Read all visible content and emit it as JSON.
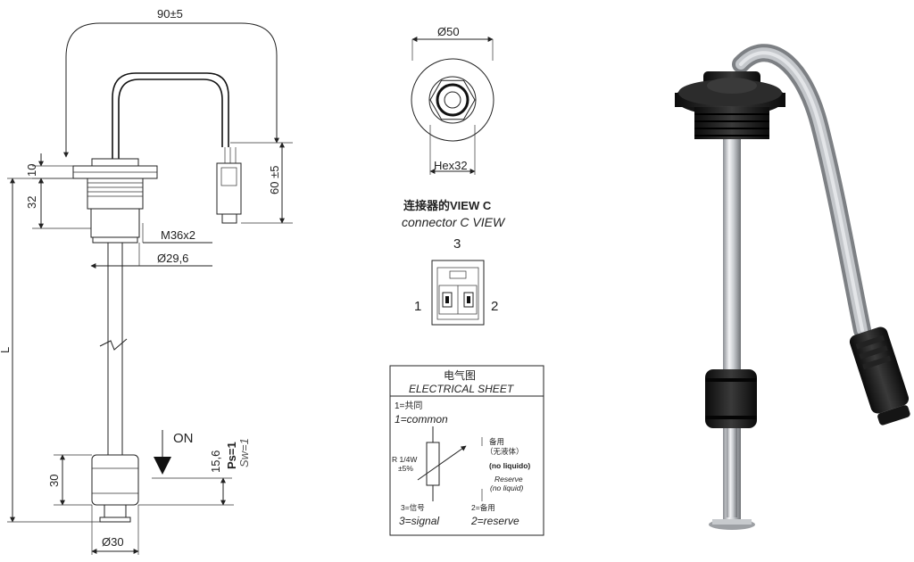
{
  "left_drawing": {
    "cable_length_label": "90±5",
    "connector_drop_label": "60 ±5",
    "flange_label": "10",
    "thread_height_label": "32",
    "thread_label": "M36x2",
    "body_diameter_label": "Ø29,6",
    "length_label": "L",
    "on_label": "ON",
    "switch_height_label": "15,6",
    "ps_label": "Ps=1",
    "sw_label": "Sw=1",
    "float_height_label": "30",
    "float_diameter_label": "Ø30"
  },
  "top_view": {
    "diameter_label": "Ø50",
    "hex_label": "Hex32"
  },
  "connector_view": {
    "title_cn": "连接器的VIEW C",
    "title_en": "connector C VIEW",
    "pin3": "3",
    "pin1": "1",
    "pin2": "2"
  },
  "electrical_sheet": {
    "title_cn": "电气图",
    "title_en": "ELECTRICAL SHEET",
    "common_cn": "1=共同",
    "common_en": "1=common",
    "resistor_line1": "R 1/4W",
    "resistor_line2": "±5%",
    "reserve_cn1": "备用",
    "reserve_cn2": "（无液体）",
    "reserve_es": "(no liquido)",
    "reserve_en1": "Reserve",
    "reserve_en2": "(no liquid)",
    "signal_cn": "3=信号",
    "signal_en": "3=signal",
    "reserve2_cn": "2=备用",
    "reserve2_en": "2=reserve"
  }
}
